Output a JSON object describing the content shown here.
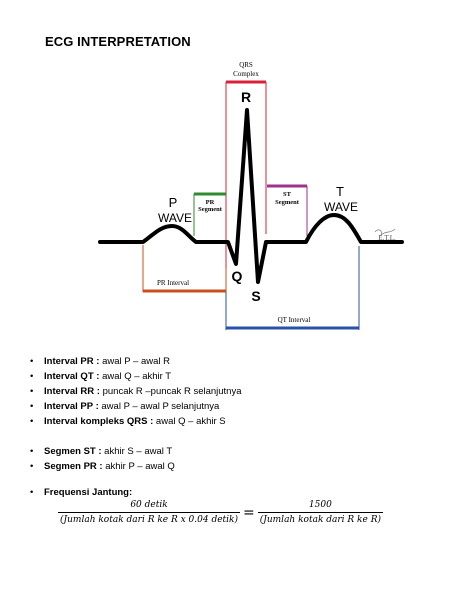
{
  "title": "ECG INTERPRETATION",
  "diagram": {
    "qrs_complex_line1": "QRS",
    "qrs_complex_line2": "Complex",
    "label_r": "R",
    "label_p": "P",
    "label_p_wave": "WAVE",
    "label_pr_segment_line1": "PR",
    "label_pr_segment_line2": "Segment",
    "label_st_segment_line1": "ST",
    "label_st_segment_line2": "Segment",
    "label_t": "T",
    "label_t_wave": "WAVE",
    "label_q": "Q",
    "label_s": "S",
    "label_pr_interval": "PR Interval",
    "label_qt_interval": "QT Interval",
    "signature": "E.T.L.",
    "colors": {
      "qrs": "#d9203a",
      "pr_segment": "#2e8b2e",
      "st_segment": "#a0308a",
      "pr_interval": "#c8501e",
      "qt_interval": "#2a52a8",
      "trace": "#000000"
    }
  },
  "intervals": [
    {
      "label": "Interval PR :",
      "text": " awal P – awal R"
    },
    {
      "label": "Interval QT :",
      "text": " awal Q – akhir T"
    },
    {
      "label": "Interval RR :",
      "text": " puncak R –puncak R selanjutnya"
    },
    {
      "label": "Interval PP :",
      "text": " awal P – awal P selanjutnya"
    },
    {
      "label": "Interval kompleks QRS :",
      "text": " awal Q – akhir S"
    }
  ],
  "segments": [
    {
      "label": "Segmen ST :",
      "text": " akhir S – awal T"
    },
    {
      "label": "Segmen PR :",
      "text": " akhir P – awal Q"
    }
  ],
  "heart_rate": {
    "label": "Frequensi Jantung:",
    "frac1_num": "60 detik",
    "frac1_den": "(Jumlah kotak dari R ke R x 0.04 detik)",
    "equals": "=",
    "frac2_num": "1500",
    "frac2_den": "(Jumlah kotak dari R ke R)"
  }
}
